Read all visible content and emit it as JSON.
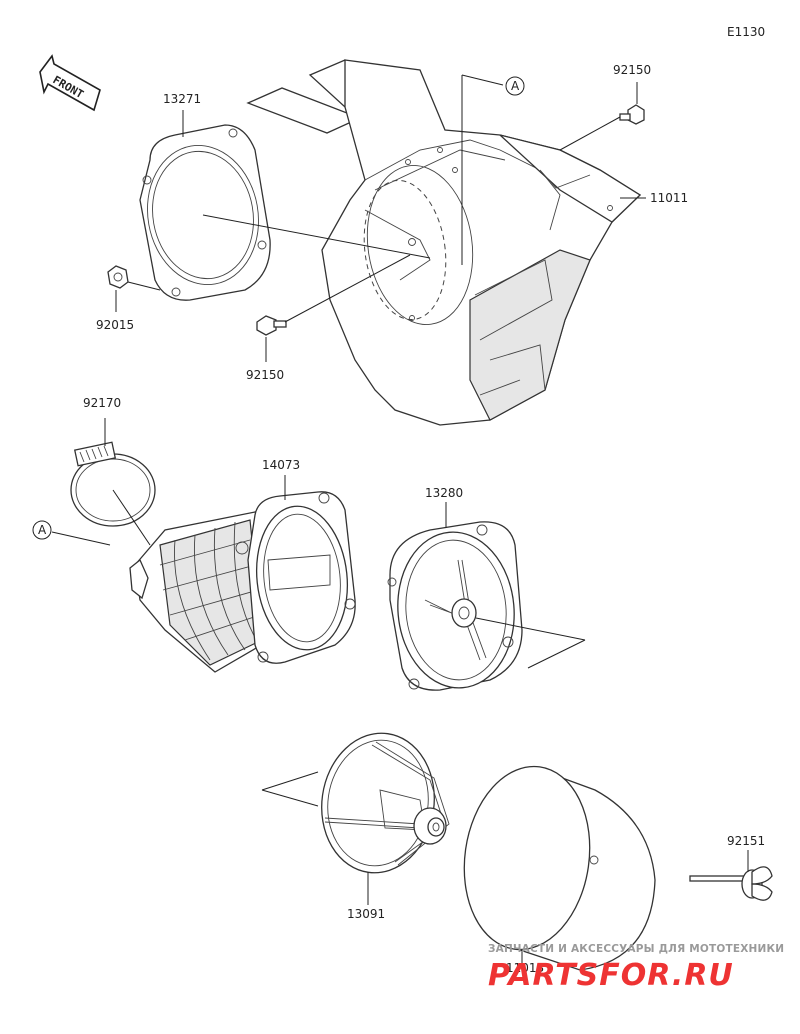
{
  "diagram_code": "E1130",
  "front_label": "FRONT",
  "reference_marker": "A",
  "part_numbers": {
    "gasket": "13271",
    "nut": "92015",
    "bolt_lower": "92150",
    "bolt_upper": "92150",
    "air_box": "11011",
    "clamp": "92170",
    "duct": "14073",
    "holder_plate": "13280",
    "element_frame": "13091",
    "element": "11013",
    "wing_bolt": "92151"
  },
  "watermark": {
    "tagline": "ЗАПЧАСТИ И АКСЕССУАРЫ ДЛЯ МОТОТЕХНИКИ",
    "logo": "PARTSFOR.RU"
  }
}
